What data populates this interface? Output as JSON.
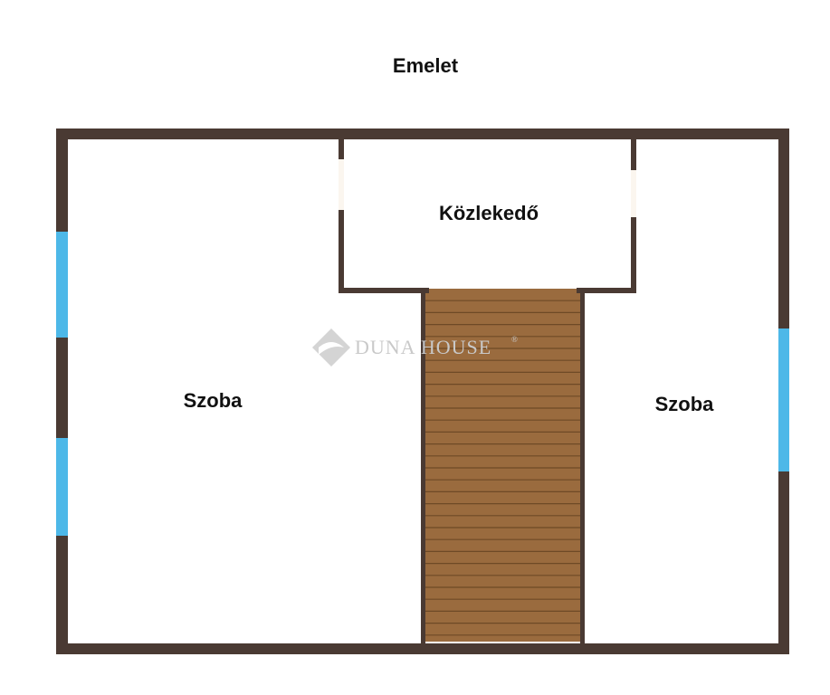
{
  "plan": {
    "title": "Emelet",
    "rooms": {
      "left": "Szoba",
      "hall": "Közlekedő",
      "right": "Szoba"
    }
  },
  "watermark": {
    "text": "DUNA HOUSE",
    "mark": "®"
  },
  "colors": {
    "wall": "#4a3a33",
    "window": "#4db8e8",
    "stair_fill": "#9a6b3e",
    "stair_line": "#6e4a26",
    "background": "#ffffff",
    "text": "#111111",
    "watermark": "#c9c9c9"
  },
  "icons": {
    "watermark_logo": "diamond-logo-icon"
  }
}
